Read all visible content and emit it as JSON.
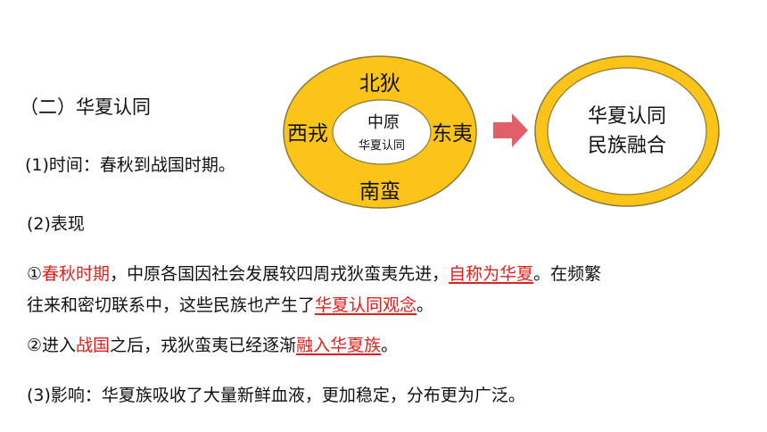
{
  "section_title": "（二）华夏认同",
  "time_line": "(1)时间：春秋到战国时期。",
  "manifest_label": "(2)表现",
  "point1": {
    "prefix": "①",
    "period": "春秋时期",
    "text_a": "，中原各国因社会发展较四周戎狄蛮夷先进，",
    "self_name": "自称为华夏",
    "text_b": "。在频繁",
    "text_c": "往来和密切联系中，这些民族也产生了",
    "concept": "华夏认同观念",
    "text_d": "。"
  },
  "point2": {
    "prefix": "②进入",
    "period": "战国",
    "text_a": "之后，戎狄蛮夷已经逐渐",
    "merge": "融入华夏族",
    "text_b": "。"
  },
  "impact_line": "(3)影响：华夏族吸收了大量新鲜血液，更加稳定，分布更为广泛。",
  "diagram": {
    "north": "北狄",
    "west": "西戎",
    "east": "东夷",
    "south": "南蛮",
    "center_title": "中原",
    "center_sub": "华夏认同",
    "result_line1": "华夏认同",
    "result_line2": "民族融合"
  },
  "colors": {
    "ring_fill": "#fcc419",
    "ring_stroke": "#8a7a3a",
    "arrow": "#e0606a",
    "highlight": "#e0201c"
  }
}
